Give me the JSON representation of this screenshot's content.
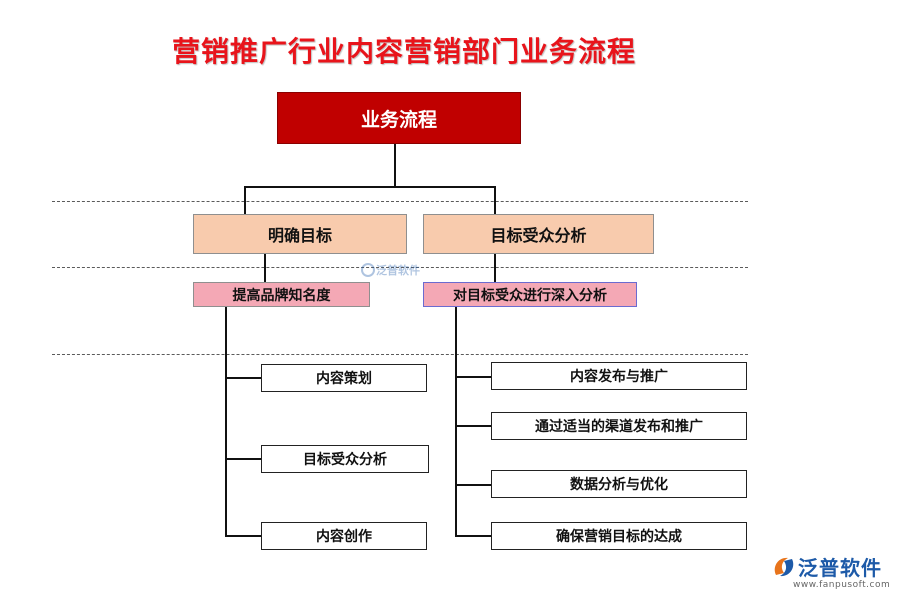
{
  "title": "营销推广行业内容营销部门业务流程",
  "root": {
    "label": "业务流程"
  },
  "level1": [
    {
      "label": "明确目标"
    },
    {
      "label": "目标受众分析"
    }
  ],
  "level2": [
    {
      "label": "提高品牌知名度"
    },
    {
      "label": "对目标受众进行深入分析"
    }
  ],
  "left_steps": [
    {
      "label": "内容策划"
    },
    {
      "label": "目标受众分析"
    },
    {
      "label": "内容创作"
    }
  ],
  "right_steps": [
    {
      "label": "内容发布与推广"
    },
    {
      "label": "通过适当的渠道发布和推广"
    },
    {
      "label": "数据分析与优化"
    },
    {
      "label": "确保营销目标的达成"
    }
  ],
  "logo": {
    "name": "泛普软件",
    "url": "www.fanpusoft.com"
  },
  "watermark": {
    "text": "泛普软件"
  },
  "colors": {
    "title": "#e8141b",
    "root_fill": "#c00000",
    "level1_fill": "#f8cbad",
    "level2_fill": "#f4a8b5",
    "logo": "#1d5aa8",
    "logo_mark": "#e8741b"
  }
}
